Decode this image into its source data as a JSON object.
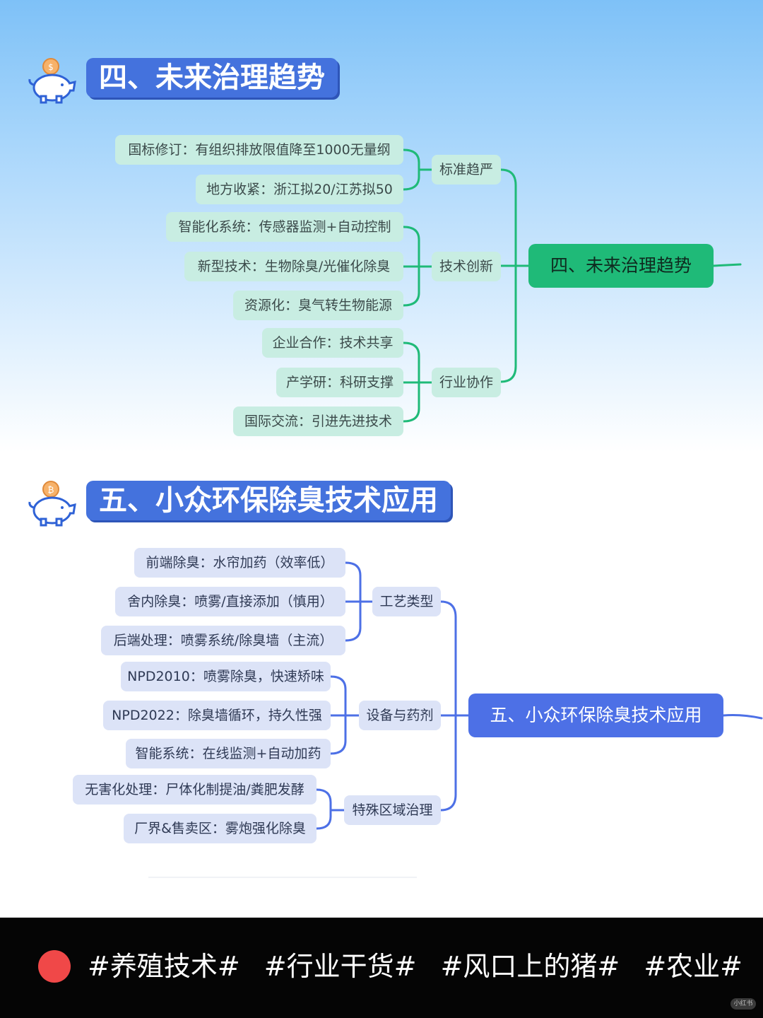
{
  "section4": {
    "title": "四、未来治理趋势",
    "root": "四、未来治理趋势",
    "branches": [
      {
        "label": "标准趋严",
        "leaves": [
          "国标修订：有组织排放限值降至1000无量纲",
          "地方收紧：浙江拟20/江苏拟50"
        ]
      },
      {
        "label": "技术创新",
        "leaves": [
          "智能化系统：传感器监测+自动控制",
          "新型技术：生物除臭/光催化除臭",
          "资源化：臭气转生物能源"
        ]
      },
      {
        "label": "行业协作",
        "leaves": [
          "企业合作：技术共享",
          "产学研：科研支撑",
          "国际交流：引进先进技术"
        ]
      }
    ],
    "colors": {
      "root": "#1fba78",
      "leaf": "#c8ede2",
      "line": "#1fba78"
    }
  },
  "section5": {
    "title": "五、小众环保除臭技术应用",
    "root": "五、小众环保除臭技术应用",
    "branches": [
      {
        "label": "工艺类型",
        "leaves": [
          "前端除臭：水帘加药（效率低）",
          "舍内除臭：喷雾/直接添加（慎用）",
          "后端处理：喷雾系统/除臭墙（主流）"
        ]
      },
      {
        "label": "设备与药剂",
        "leaves": [
          "NPD2010：喷雾除臭，快速矫味",
          "NPD2022：除臭墙循环，持久性强",
          "智能系统：在线监测+自动加药"
        ]
      },
      {
        "label": "特殊区域治理",
        "leaves": [
          "无害化处理：尸体化制提油/粪肥发酵",
          "厂界&售卖区：雾炮强化除臭"
        ]
      }
    ],
    "colors": {
      "root": "#4d70e6",
      "leaf": "#dce3f7",
      "line": "#4d70e6"
    }
  },
  "footer": {
    "tags": [
      "#养殖技术#",
      "#行业干货#",
      "#风口上的猪#",
      "#农业#"
    ],
    "dot_color": "#f04848"
  },
  "watermark": "小红书",
  "icons": {
    "heading_icon": "piggy-bank-coin-icon"
  }
}
